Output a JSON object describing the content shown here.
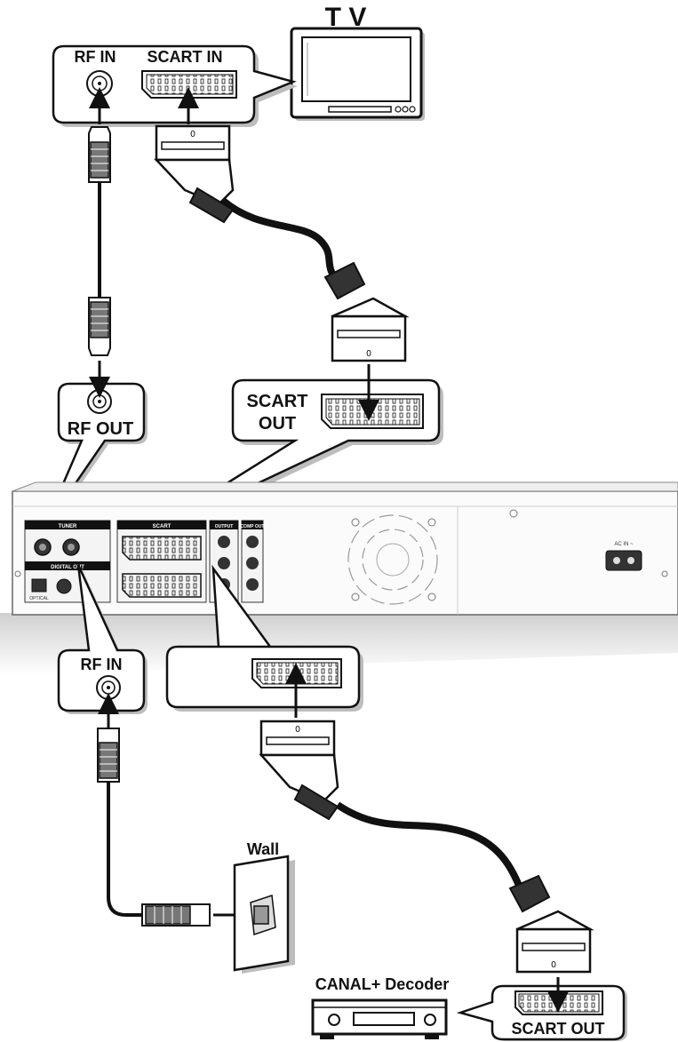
{
  "labels": {
    "tv": "T V",
    "tv_rf_in": "RF IN",
    "tv_scart_in": "SCART IN",
    "recorder_rf_out": "RF OUT",
    "recorder_scart_out_line1": "SCART",
    "recorder_scart_out_line2": "OUT",
    "recorder_rf_in": "RF IN",
    "wall": "Wall",
    "decoder": "CANAL+ Decoder",
    "decoder_scart_out": "SCART OUT"
  },
  "panel_labels": {
    "tuner": "TUNER",
    "scart": "SCART",
    "digital_out": "DIGITAL OUT",
    "output": "OUTPUT",
    "comp_out": "COMP OUT",
    "optical": "OPTICAL",
    "ac_in": "AC IN ~"
  },
  "plug_marks": {
    "tv_scart_plug": "0",
    "rec_scart_plug": "0",
    "rec2_scart_plug": "0",
    "dec_scart_plug": "0"
  },
  "colors": {
    "line": "#111111",
    "fill": "#ffffff",
    "shadow": "#bdbdbd",
    "panel": "#f4f4f4"
  }
}
